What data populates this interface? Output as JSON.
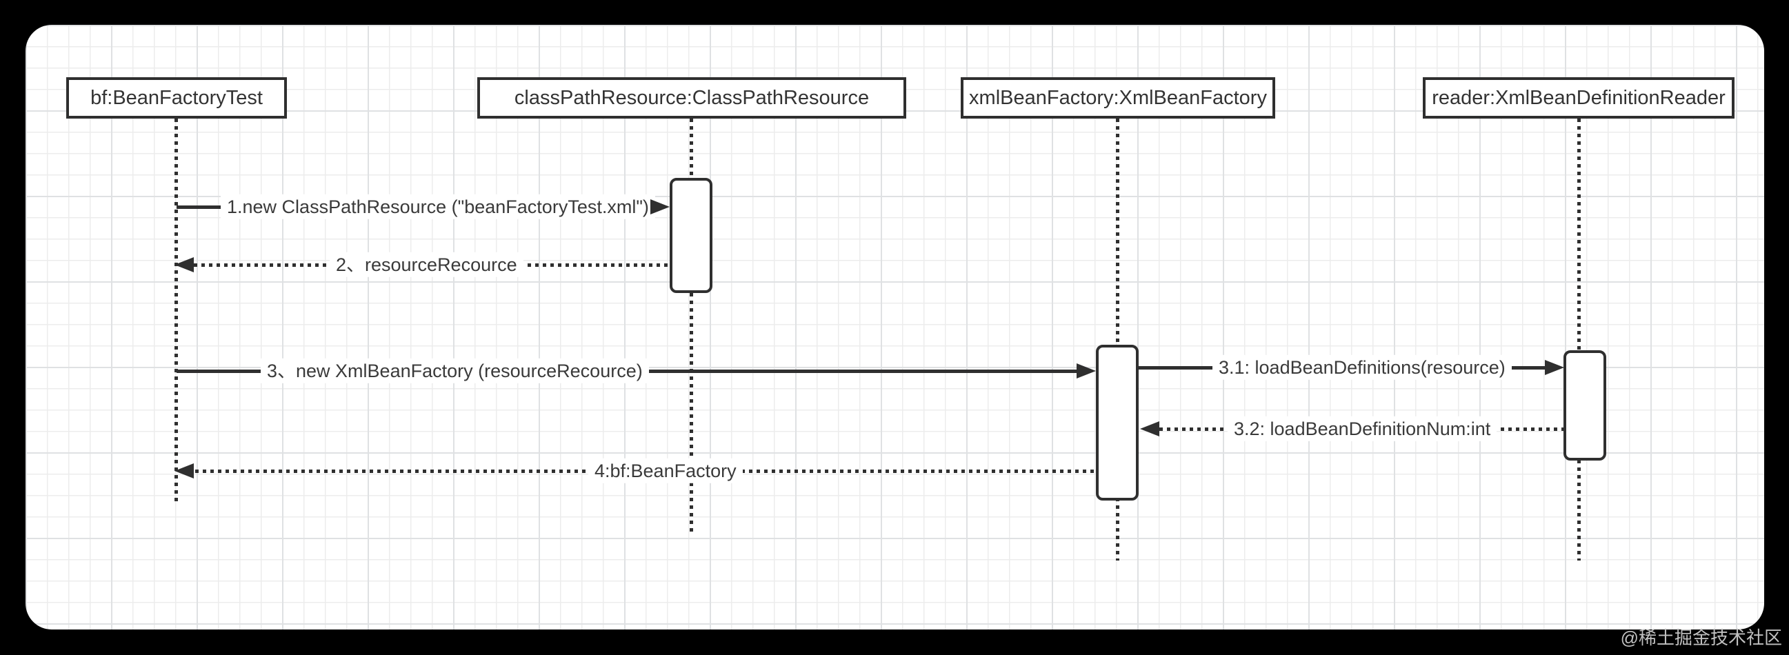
{
  "diagram": {
    "type": "uml-sequence-diagram",
    "actors": [
      {
        "id": "bf",
        "label": "bf:BeanFactoryTest"
      },
      {
        "id": "classPathResource",
        "label": "classPathResource:ClassPathResource"
      },
      {
        "id": "xmlBeanFactory",
        "label": "xmlBeanFactory:XmlBeanFactory"
      },
      {
        "id": "reader",
        "label": "reader:XmlBeanDefinitionReader"
      }
    ],
    "messages": [
      {
        "seq": "1",
        "label": "1.new ClassPathResource (\"beanFactoryTest.xml\")",
        "from": "bf",
        "to": "classPathResource",
        "style": "solid"
      },
      {
        "seq": "2",
        "label": "2、resourceRecource",
        "from": "classPathResource",
        "to": "bf",
        "style": "dotted"
      },
      {
        "seq": "3",
        "label": "3、new XmlBeanFactory (resourceRecource)",
        "from": "bf",
        "to": "xmlBeanFactory",
        "style": "solid"
      },
      {
        "seq": "3.1",
        "label": "3.1: loadBeanDefinitions(resource)",
        "from": "xmlBeanFactory",
        "to": "reader",
        "style": "solid"
      },
      {
        "seq": "3.2",
        "label": "3.2: loadBeanDefinitionNum:int",
        "from": "reader",
        "to": "xmlBeanFactory",
        "style": "dotted"
      },
      {
        "seq": "4",
        "label": "4:bf:BeanFactory",
        "from": "xmlBeanFactory",
        "to": "bf",
        "style": "dotted"
      }
    ],
    "watermark": "@稀土掘金技术社区"
  },
  "colors": {
    "page_background": "#000000",
    "canvas_background": "#ffffff",
    "stroke": "#2f2f2f",
    "grid_minor": "#ececec",
    "grid_major": "#dfe1e3",
    "text": "#333333",
    "watermark_text": "#c0c0c0"
  }
}
